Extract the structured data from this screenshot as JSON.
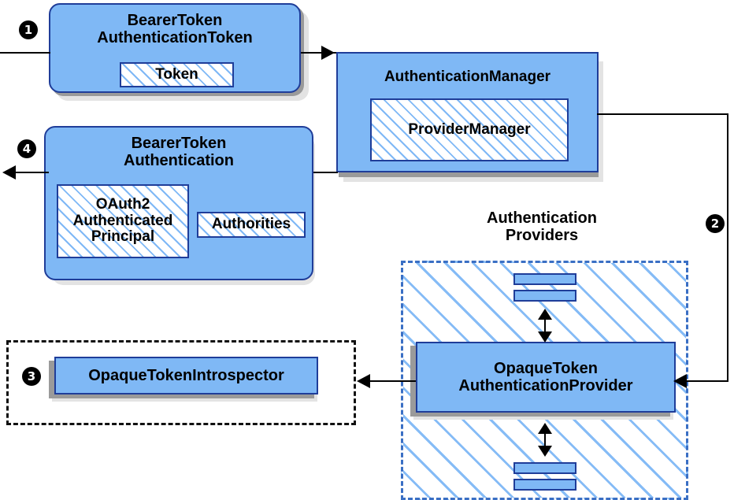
{
  "diagram": {
    "title": "Spring Security Bearer Token (Opaque Token) Authentication Flow",
    "colors": {
      "node_fill": "#7FB8F5",
      "node_border": "#1F3D99",
      "hatch_line": "#78B4F5",
      "shadow_dark": "#9a9a9a",
      "shadow_light": "#e3e3e3",
      "dashed_black": "#111111",
      "dashed_blue": "#3A6FC4",
      "line": "#000000",
      "badge_bg": "#000000",
      "badge_text": "#ffffff"
    }
  },
  "nodes": {
    "bearer_token_authentication_token": {
      "title": "BearerToken\nAuthenticationToken",
      "inner": {
        "token": "Token"
      }
    },
    "authentication_manager": {
      "title": "AuthenticationManager",
      "inner": {
        "provider_manager": "ProviderManager"
      }
    },
    "bearer_token_authentication": {
      "title": "BearerToken\nAuthentication",
      "inner": {
        "principal": "OAuth2\nAuthenticated\nPrincipal",
        "authorities": "Authorities"
      }
    },
    "opaque_token_authentication_provider": {
      "title": "OpaqueToken\nAuthenticationProvider"
    },
    "opaque_token_introspector": {
      "title": "OpaqueTokenIntrospector"
    }
  },
  "groups": {
    "authentication_providers": {
      "label": "Authentication\nProviders"
    },
    "introspector_group": {
      "label": ""
    }
  },
  "badges": [
    {
      "id": "step-1",
      "label": "1"
    },
    {
      "id": "step-2",
      "label": "2"
    },
    {
      "id": "step-3",
      "label": "3"
    },
    {
      "id": "step-4",
      "label": "4"
    }
  ],
  "connectors": [
    {
      "id": "request-in",
      "from": "edge-left",
      "to": "bearer-token-authentication-token"
    },
    {
      "id": "token-to-manager",
      "from": "bearer-token-authentication-token",
      "to": "authentication-manager"
    },
    {
      "id": "manager-to-provider",
      "from": "authentication-manager",
      "to": "opaque-token-authentication-provider"
    },
    {
      "id": "provider-to-introspector",
      "from": "opaque-token-authentication-provider",
      "to": "opaque-token-introspector"
    },
    {
      "id": "manager-to-result",
      "from": "authentication-manager",
      "to": "bearer-token-authentication"
    },
    {
      "id": "result-out",
      "from": "bearer-token-authentication",
      "to": "edge-left"
    },
    {
      "id": "provider-bars-top",
      "from": "provider-bean-top",
      "to": "opaque-token-authentication-provider",
      "bidirectional": true
    },
    {
      "id": "provider-bars-bottom",
      "from": "opaque-token-authentication-provider",
      "to": "provider-bean-bottom",
      "bidirectional": true
    }
  ]
}
